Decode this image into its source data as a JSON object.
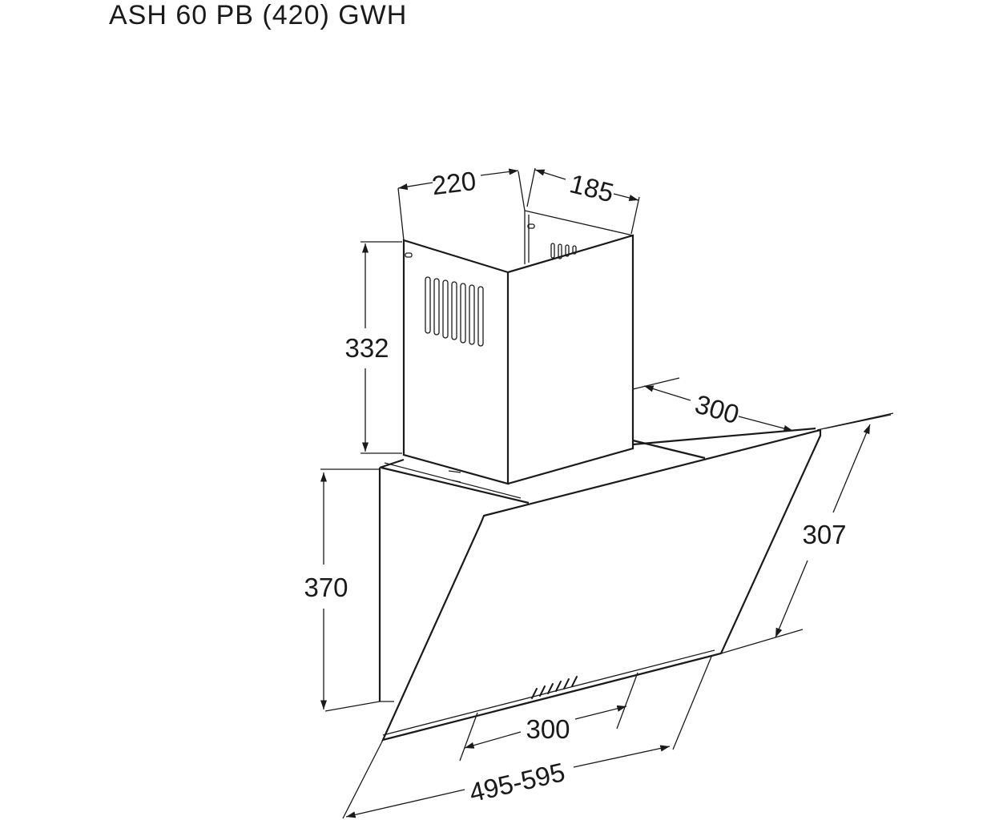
{
  "title": "ASH 60 PB (420) GWH",
  "dimensions": {
    "chimney_width": "220",
    "chimney_depth": "185",
    "chimney_height": "332",
    "hood_depth_top": "300",
    "hood_height": "370",
    "glass_height": "307",
    "outlet_width": "300",
    "hood_width_range": "495-595"
  }
}
